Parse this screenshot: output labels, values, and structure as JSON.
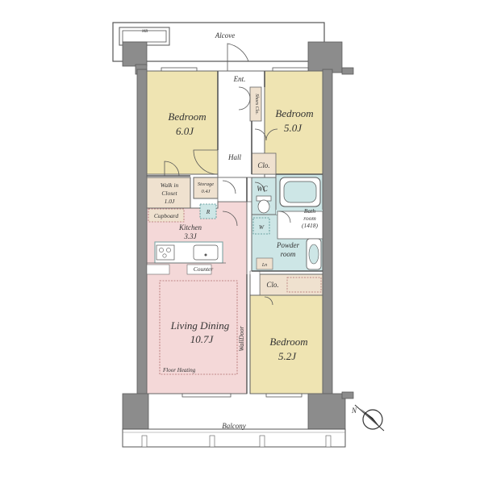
{
  "colors": {
    "wall": "#8c8c8c",
    "wall_outline": "#5a5a5a",
    "bedroom": "#efe4b2",
    "living": "#f4d8d8",
    "wet": "#cde6e6",
    "closet": "#efe1cf",
    "floor_white": "#ffffff",
    "dashed": "#b06c6c",
    "counter": "#7ac3c3"
  },
  "icons": {
    "compass": "north-arrow-icon",
    "bathtub": "bathtub-icon",
    "toilet": "toilet-icon",
    "washbasin": "washbasin-icon",
    "stove": "stove-icon",
    "sink": "sink-icon"
  },
  "plan": {
    "alcove": "Alcove",
    "entrance": "Ent.",
    "shoe_closet": "Shoes Clo.",
    "hall": "Hall",
    "bedroom_nw": {
      "name": "Bedroom",
      "size": "6.0J"
    },
    "bedroom_ne": {
      "name": "Bedroom",
      "size": "5.0J"
    },
    "bedroom_se": {
      "name": "Bedroom",
      "size": "5.2J"
    },
    "closet_ne": "Clo.",
    "closet_se": "Clo.",
    "walk_in_closet": {
      "line1": "Walk in",
      "line2": "Closet",
      "size": "1.0J"
    },
    "storage": {
      "name": "Storage",
      "size": "0.4J"
    },
    "cupboard": "Cupboard",
    "refrigerator": "R",
    "kitchen": {
      "name": "Kitchen",
      "size": "3.3J"
    },
    "counter": "Counter",
    "wc": "WC",
    "bath": {
      "line1": "Bath",
      "line2": "room",
      "size": "(1418)"
    },
    "washer": "W",
    "powder": {
      "line1": "Powder",
      "line2": "room"
    },
    "linen": "Ln",
    "living": {
      "name": "Living Dining",
      "size": "10.7J"
    },
    "floor_heating": "Floor Heating",
    "wall_door": "WallDoor",
    "balcony": "Balcony",
    "meter_box": "MB"
  }
}
